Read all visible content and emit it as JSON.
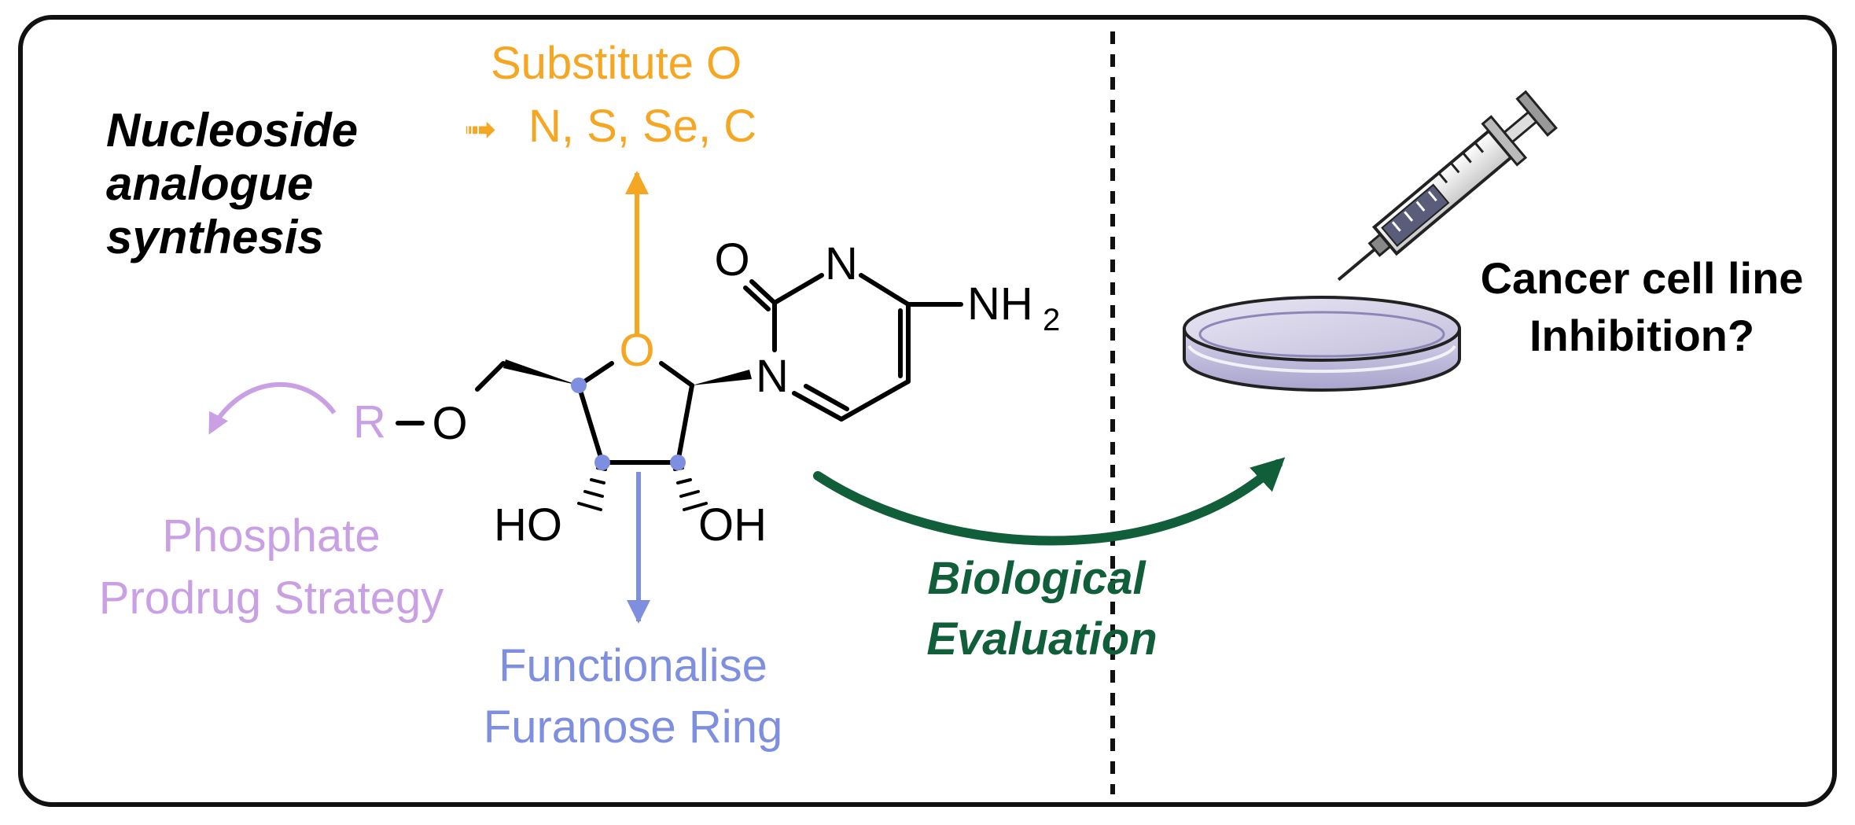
{
  "title": {
    "lines": [
      "Nucleoside",
      "analogue",
      "synthesis"
    ]
  },
  "modifications": {
    "ring_oxygen": {
      "lines": [
        "Substitute O",
        "N, S, Se, C"
      ],
      "arrow_glyph": "➟"
    },
    "phosphate": {
      "lines": [
        "Phosphate",
        "Prodrug Strategy"
      ]
    },
    "furanose": {
      "lines": [
        "Functionalise",
        "Furanose Ring"
      ]
    }
  },
  "molecule": {
    "atoms": {
      "carbonyl_o": "O",
      "n3": "N",
      "n1": "N",
      "amine": "NH",
      "amine_subscript": "2",
      "ring_o": "O",
      "ether_o": "O",
      "r_group": "R",
      "oh_left": "HO",
      "oh_right": "OH"
    }
  },
  "evaluation": {
    "lines": [
      "Biological",
      "Evaluation"
    ]
  },
  "result": {
    "lines": [
      "Cancer cell line",
      "Inhibition?"
    ]
  },
  "colors": {
    "orange": "#f5a623",
    "purple": "#c9a0e3",
    "blue": "#7f8fe0",
    "green": "#115e3a",
    "black": "#000000"
  }
}
